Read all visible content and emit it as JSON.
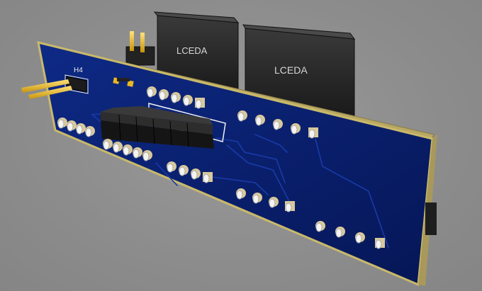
{
  "scene": {
    "background_color": "#8f8f8f",
    "board_color": "#0a1f6b",
    "board_edge_color": "#c9b96a",
    "connector_color": "#1e1e1e",
    "pin_color": "#e8b820",
    "pad_color": "#d9c99a"
  },
  "labels": {
    "header_designator": "H4",
    "connector_left_text": "LCEDA",
    "connector_right_text": "LCEDA"
  }
}
